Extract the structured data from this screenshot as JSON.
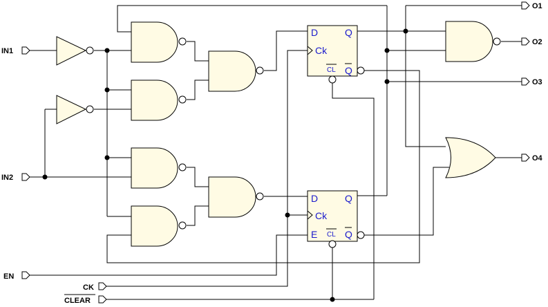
{
  "inputs": {
    "in1": "IN1",
    "in2": "IN2",
    "en": "EN",
    "ck": "CK",
    "clear": "CLEAR"
  },
  "outputs": {
    "o1": "O1",
    "o2": "O2",
    "o3": "O3",
    "o4": "O4"
  },
  "flipflop_top": {
    "d": "D",
    "ck": "Ck",
    "q": "Q",
    "cl": "CL",
    "qbar": "Q"
  },
  "flipflop_bottom": {
    "d": "D",
    "ck": "Ck",
    "e": "E",
    "q": "Q",
    "cl": "CL",
    "qbar": "Q"
  },
  "colors": {
    "gate_fill": "#fffbe4",
    "ff_label": "#1a1acc",
    "wire": "#000000"
  }
}
